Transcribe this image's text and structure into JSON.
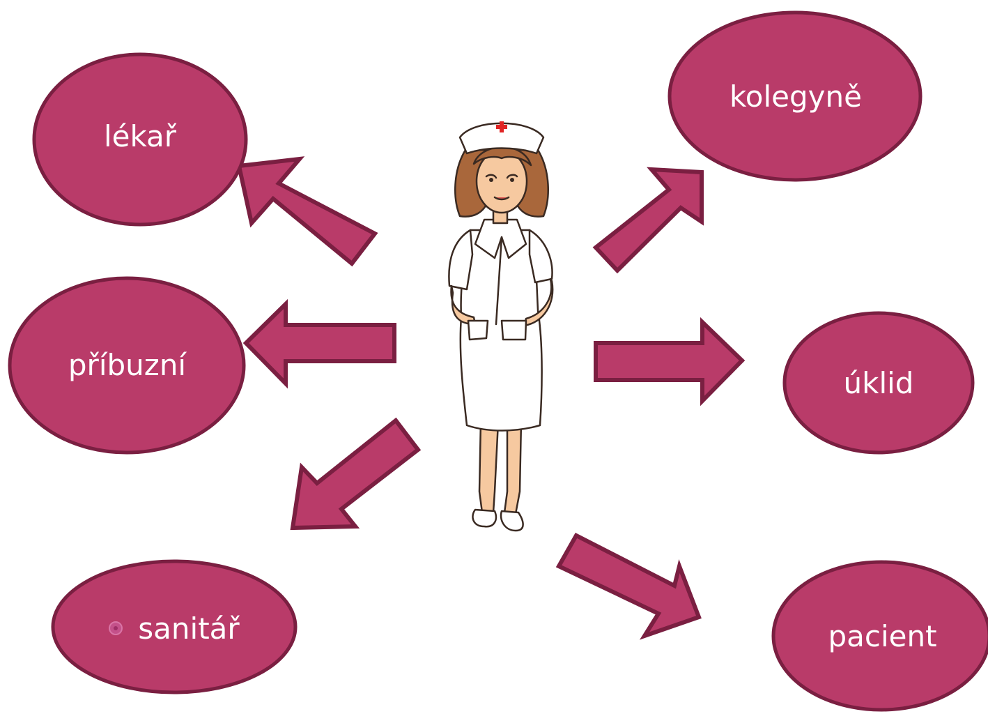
{
  "diagram": {
    "center_figure": "nurse",
    "colors": {
      "node_fill": "#b93b69",
      "node_stroke": "#7a1f41",
      "arrow_fill": "#b93b69",
      "arrow_stroke": "#7a1f41",
      "label": "#ffffff"
    },
    "nodes": [
      {
        "id": "lekar",
        "label": "lékař"
      },
      {
        "id": "kolegyne",
        "label": "kolegyně"
      },
      {
        "id": "pribuzni",
        "label": "příbuzní"
      },
      {
        "id": "uklid",
        "label": "úklid"
      },
      {
        "id": "sanitar",
        "label": "sanitář",
        "bullet": true
      },
      {
        "id": "pacient",
        "label": "pacient"
      }
    ]
  }
}
